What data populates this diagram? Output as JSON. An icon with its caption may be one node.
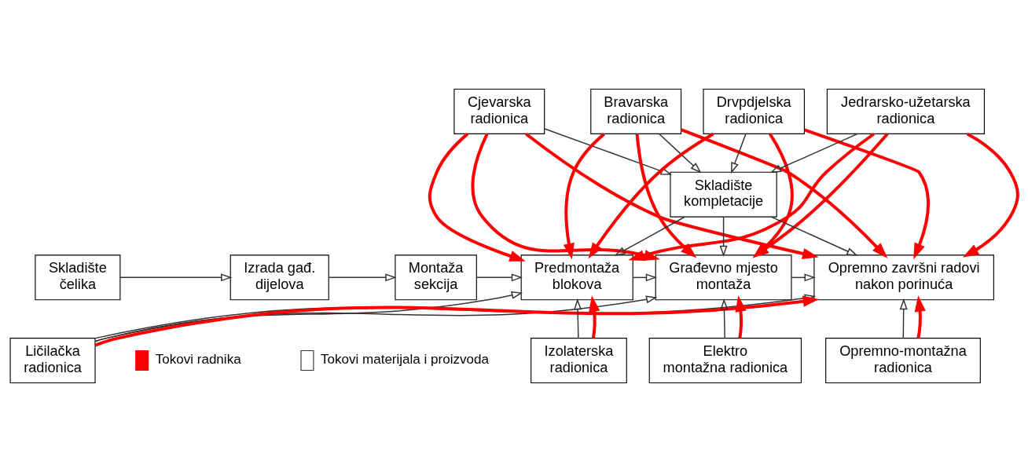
{
  "diagram": {
    "nodes": [
      {
        "text": [
          "Cjevarska radionica"
        ]
      },
      {
        "text": [
          "Bravarska radionica"
        ]
      },
      {
        "text": [
          "Drvpdjelska radionica"
        ]
      },
      {
        "text": [
          "Jedrarsko-užetarska radionica"
        ]
      },
      {
        "text": [
          "Skladište kompletacije"
        ]
      },
      {
        "text": [
          "Skladište čelika"
        ]
      },
      {
        "text": [
          "Izrada gađ. dijelova"
        ]
      },
      {
        "text": [
          "Montaža sekcija"
        ]
      },
      {
        "text": [
          "Predmontaža blokova"
        ]
      },
      {
        "text": [
          "Građevno mjesto montaža"
        ]
      },
      {
        "text": [
          "Opremno završni radovi nakon porinuća"
        ]
      },
      {
        "text": [
          "Ličilačka radionica"
        ]
      },
      {
        "text": [
          "Izolaterska radionica"
        ]
      },
      {
        "text": [
          "Elektro montažna radionica"
        ]
      },
      {
        "text": [
          "Opremno-montažna radionica"
        ]
      }
    ],
    "edges": [
      {
        "from": 0,
        "to": 4,
        "arrow": "to"
      },
      {
        "from": 1,
        "to": 4,
        "arrow": "to"
      },
      {
        "from": 2,
        "to": 4,
        "arrow": "to"
      },
      {
        "from": 3,
        "to": 4,
        "arrow": "to"
      },
      {
        "from": 0,
        "to": 8,
        "arrow": "to",
        "style": "thick",
        "color": "#ff0000"
      },
      {
        "from": 0,
        "to": 9,
        "arrow": "to",
        "style": "thick",
        "color": "#ff0000"
      },
      {
        "from": 0,
        "to": 10,
        "arrow": "to",
        "style": "thick",
        "color": "#ff0000"
      },
      {
        "from": 1,
        "to": 8,
        "arrow": "to",
        "style": "thick",
        "color": "#ff0000"
      },
      {
        "from": 1,
        "to": 9,
        "arrow": "to",
        "style": "thick",
        "color": "#ff0000"
      },
      {
        "from": 1,
        "to": 10,
        "arrow": "to",
        "style": "thick",
        "color": "#ff0000"
      },
      {
        "from": 2,
        "to": 8,
        "arrow": "to",
        "style": "thick",
        "color": "#ff0000"
      },
      {
        "from": 2,
        "to": 9,
        "arrow": "to",
        "style": "thick",
        "color": "#ff0000"
      },
      {
        "from": 2,
        "to": 10,
        "arrow": "to",
        "style": "thick",
        "color": "#ff0000"
      },
      {
        "from": 3,
        "to": 8,
        "arrow": "to",
        "style": "thick",
        "color": "#ff0000"
      },
      {
        "from": 3,
        "to": 9,
        "arrow": "to",
        "style": "thick",
        "color": "#ff0000"
      },
      {
        "from": 3,
        "to": 10,
        "arrow": "to",
        "style": "thick",
        "color": "#ff0000"
      },
      {
        "from": 4,
        "to": 8,
        "arrow": "to"
      },
      {
        "from": 4,
        "to": 9,
        "arrow": "to"
      },
      {
        "from": 4,
        "to": 10,
        "arrow": "to"
      },
      {
        "from": 5,
        "to": 6,
        "arrow": "to"
      },
      {
        "from": 6,
        "to": 7,
        "arrow": "to"
      },
      {
        "from": 7,
        "to": 8,
        "arrow": "to"
      },
      {
        "from": 8,
        "to": 9,
        "arrow": "to"
      },
      {
        "from": 9,
        "to": 10,
        "arrow": "to"
      },
      {
        "from": 11,
        "to": 8,
        "arrow": "to"
      },
      {
        "from": 11,
        "to": 9,
        "arrow": "to"
      },
      {
        "from": 11,
        "to": 10,
        "arrow": "to"
      },
      {
        "from": 11,
        "to": 10,
        "arrow": "to",
        "style": "thick",
        "color": "#ff0000"
      },
      {
        "from": 12,
        "to": 8,
        "arrow": "to"
      },
      {
        "from": 12,
        "to": 8,
        "arrow": "to",
        "style": "thick",
        "color": "#ff0000"
      },
      {
        "from": 13,
        "to": 9,
        "arrow": "to"
      },
      {
        "from": 13,
        "to": 9,
        "arrow": "to",
        "style": "thick",
        "color": "#ff0000"
      },
      {
        "from": 14,
        "to": 10,
        "arrow": "to"
      },
      {
        "from": 14,
        "to": 10,
        "arrow": "to",
        "style": "thick",
        "color": "#ff0000"
      }
    ],
    "legend": [
      {
        "text": "Tokovi radnika"
      },
      {
        "text": "Tokovi materijala i proizvoda"
      }
    ]
  }
}
